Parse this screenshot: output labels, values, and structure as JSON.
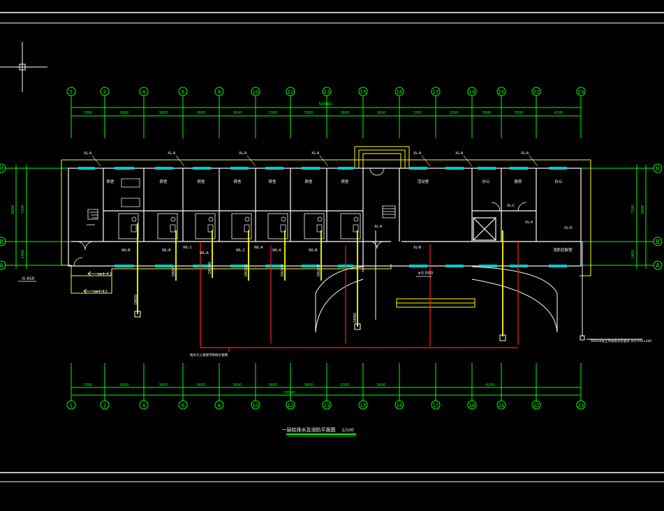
{
  "drawing": {
    "title": "一层给排水及消防平面图",
    "scale": "1/100",
    "overall_dimension_top": "50940",
    "overall_dimension_bottom": "50940",
    "elevation_outdoor": "-0.450",
    "elevation_floor": "±0.000",
    "ramp_label_1": "i=1:12",
    "ramp_label_2": "i=1:12"
  },
  "axes": {
    "columns": [
      "1",
      "2",
      "4",
      "6",
      "8",
      "10",
      "12",
      "13",
      "15",
      "16",
      "17",
      "18",
      "20",
      "22",
      "23"
    ],
    "rows_left": [
      "H",
      "B",
      "A"
    ],
    "rows_right": [
      "H",
      "B",
      "A"
    ]
  },
  "dimensions": {
    "top": [
      "3300",
      "3600",
      "3600",
      "3600",
      "3600",
      "3300",
      "3300",
      "3600",
      "3600",
      "3300",
      "3300",
      "3600",
      "3300",
      "4200"
    ],
    "bottom": [
      "3300",
      "3600",
      "3600",
      "3600",
      "3600",
      "3600",
      "3600",
      "3300",
      "3600",
      "4200"
    ],
    "left_vertical": [
      "6840",
      "7200",
      "2400"
    ],
    "right_vertical": [
      "6840",
      "7200",
      "2400"
    ]
  },
  "rooms": {
    "bottom_labels": [
      "宿舍",
      "宿舍",
      "宿舍",
      "宿舍",
      "宿舍",
      "宿舍",
      "宿舍"
    ],
    "activity": "活动室",
    "office_1": "办公",
    "office_2": "厨房",
    "office_3": "办公",
    "corner": "消防控制室"
  },
  "tags": {
    "top_tags": [
      "XL-A",
      "XL-A",
      "XL-A",
      "XL-A",
      "XL-A",
      "XL-A",
      "XL-A"
    ],
    "fixture_tags": [
      "WL-B",
      "WL-B",
      "WL-1",
      "WL-A",
      "WL-2",
      "WL-A",
      "WL-A",
      "WL-B"
    ],
    "misc_tags": [
      "XL-A",
      "XL-B",
      "XL-C",
      "XL-D",
      "XL-4"
    ],
    "pipe_labels": [
      "DN50",
      "DN50",
      "DN100",
      "DN100",
      "DN100",
      "DN100",
      "DN80"
    ],
    "note_left": "给水引入管接市政给水管网",
    "note_right": "DN100接至市政排水检查井 共计500×400"
  },
  "colors": {
    "background": "#000000",
    "axis_green": "#00ff00",
    "wall_white": "#ffffff",
    "outline_yellow": "#ffff00",
    "window_cyan": "#00cccc",
    "pipe_red": "#ff2020"
  }
}
